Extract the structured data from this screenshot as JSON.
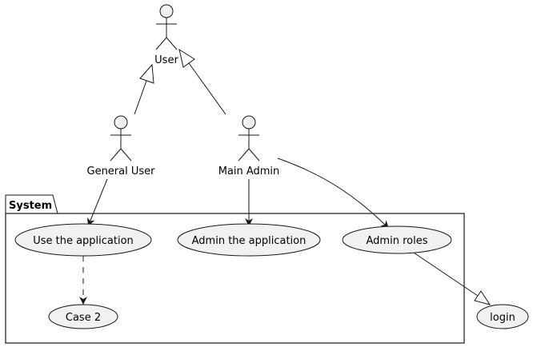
{
  "actors": {
    "user": {
      "label": "User"
    },
    "general_user": {
      "label": "General User"
    },
    "main_admin": {
      "label": "Main Admin"
    }
  },
  "package": {
    "label": "System"
  },
  "usecases": {
    "use_application": {
      "label": "Use the application"
    },
    "admin_application": {
      "label": "Admin the application"
    },
    "admin_roles": {
      "label": "Admin roles"
    },
    "case2": {
      "label": "Case 2"
    },
    "login": {
      "label": "login"
    }
  },
  "relations": [
    {
      "from": "General User",
      "to": "User",
      "type": "generalization"
    },
    {
      "from": "Main Admin",
      "to": "User",
      "type": "generalization"
    },
    {
      "from": "General User",
      "to": "Use the application",
      "type": "association"
    },
    {
      "from": "Main Admin",
      "to": "Admin the application",
      "type": "association"
    },
    {
      "from": "Main Admin",
      "to": "Admin roles",
      "type": "association"
    },
    {
      "from": "Use the application",
      "to": "Case 2",
      "type": "dependency"
    },
    {
      "from": "Admin roles",
      "to": "login",
      "type": "generalization"
    }
  ],
  "colors": {
    "usecase_fill": "#f1f1f1",
    "stroke": "#181818",
    "background": "#ffffff"
  }
}
